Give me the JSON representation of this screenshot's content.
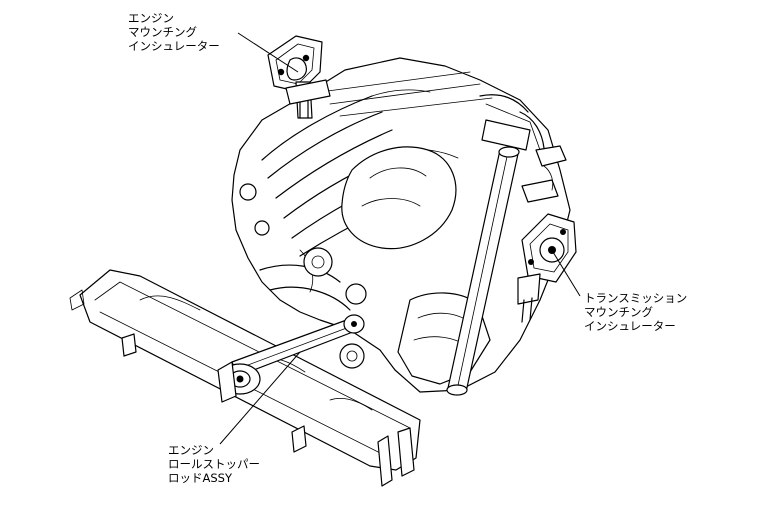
{
  "callouts": {
    "engine_mount": {
      "lines": [
        "エンジン",
        "マウンチング",
        "インシュレーター"
      ]
    },
    "transmission_mount": {
      "lines": [
        "トランスミッション",
        "マウンチング",
        "インシュレーター"
      ]
    },
    "roll_stopper": {
      "lines": [
        "エンジン",
        "ロールストッパー",
        "ロッドASSY"
      ]
    }
  }
}
